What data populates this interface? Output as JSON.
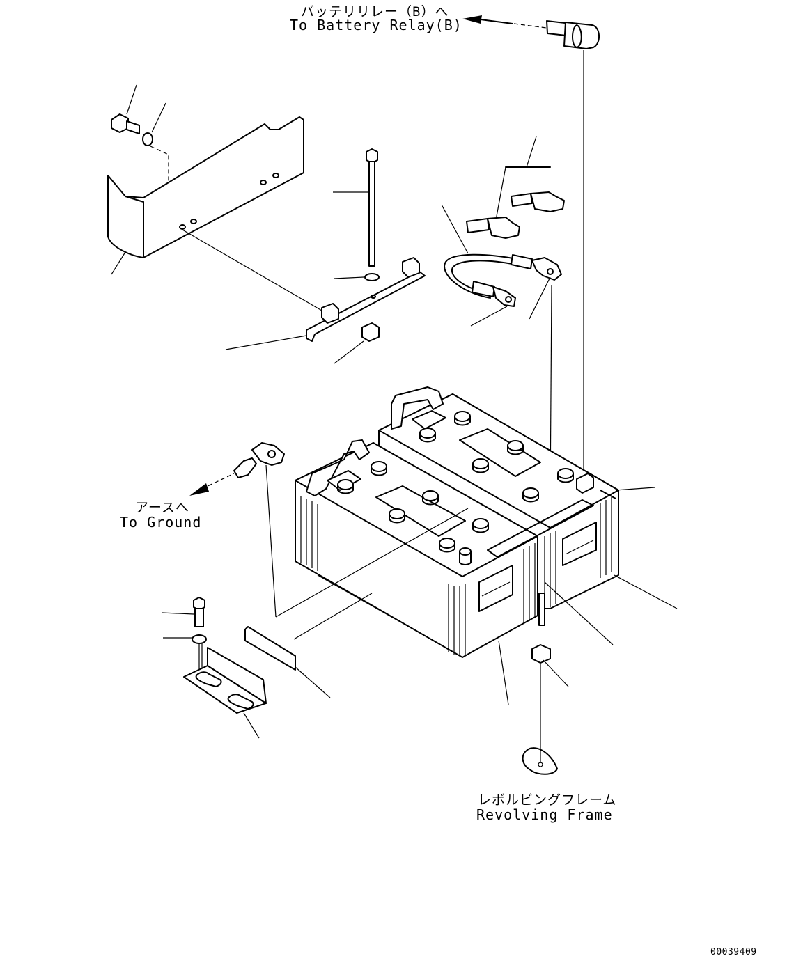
{
  "labels": {
    "battery_relay_ja": "バッテリリレー（B）へ",
    "battery_relay_en": "To Battery Relay(B)",
    "ground_ja": "アースへ",
    "ground_en": "To Ground",
    "frame_ja": "レボルビングフレーム",
    "frame_en": "Revolving Frame",
    "drawing_number": "00039409"
  },
  "parts": [
    "hex-bolt",
    "lock-washer",
    "battery-cover",
    "hold-down-rod",
    "rod-washer",
    "hold-down-bracket",
    "square-nut",
    "terminal-caps",
    "jumper-cable",
    "cable-clamp-negative",
    "cable-clamp-positive",
    "battery-front",
    "battery-rear",
    "battery-tray",
    "tray-bolt",
    "tray-washer",
    "mounting-bracket",
    "rubber-pad",
    "frame-stud",
    "frame-nut",
    "ground-cable",
    "relay-cable"
  ]
}
